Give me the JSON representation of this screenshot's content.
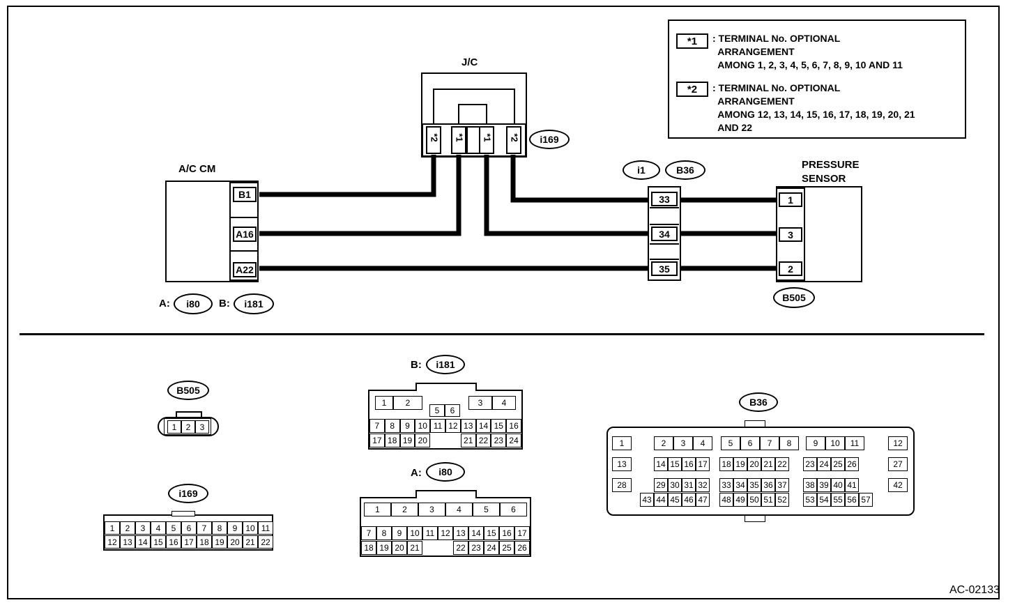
{
  "document_code": "AC-02133",
  "components": {
    "jc": "J/C",
    "ac_cm": "A/C CM",
    "pressure_sensor_line1": "PRESSURE",
    "pressure_sensor_line2": "SENSOR"
  },
  "connectors": {
    "i169": "i169",
    "i1": "i1",
    "b36": "B36",
    "i80": "i80",
    "i181": "i181",
    "b505": "B505",
    "prefix_a": "A:",
    "prefix_b": "B:"
  },
  "jc_terminals": [
    "*2",
    "*1",
    "*1",
    "*2"
  ],
  "ac_cm_terminals": [
    "B1",
    "A16",
    "A22"
  ],
  "joint_terminals": [
    "33",
    "34",
    "35"
  ],
  "sensor_terminals": [
    "1",
    "3",
    "2"
  ],
  "legend": [
    {
      "mark": "*1",
      "text": ": TERMINAL No. OPTIONAL\n  ARRANGEMENT\n  AMONG 1, 2, 3, 4, 5, 6, 7, 8, 9, 10 AND 11"
    },
    {
      "mark": "*2",
      "text": ": TERMINAL No. OPTIONAL\n  ARRANGEMENT\n  AMONG 12, 13, 14, 15, 16, 17, 18, 19, 20, 21\n  AND 22"
    }
  ],
  "connector_views": {
    "b505_pins": [
      "1",
      "2",
      "3"
    ],
    "i169_row1": [
      "1",
      "2",
      "3",
      "4",
      "5",
      "6",
      "7",
      "8",
      "9",
      "10",
      "11"
    ],
    "i169_row2": [
      "12",
      "13",
      "14",
      "15",
      "16",
      "17",
      "18",
      "19",
      "20",
      "21",
      "22"
    ],
    "i181_top": [
      "1",
      "2",
      "5",
      "6",
      "3",
      "4"
    ],
    "i181_row1": [
      "7",
      "8",
      "9",
      "10",
      "11",
      "12",
      "13",
      "14",
      "15",
      "16"
    ],
    "i181_row2": [
      "17",
      "18",
      "19",
      "20",
      "21",
      "22",
      "23",
      "24"
    ],
    "i80_top": [
      "1",
      "2",
      "3",
      "4",
      "5",
      "6"
    ],
    "i80_row1": [
      "7",
      "8",
      "9",
      "10",
      "11",
      "12",
      "13",
      "14",
      "15",
      "16",
      "17"
    ],
    "i80_row2": [
      "18",
      "19",
      "20",
      "21",
      "22",
      "23",
      "24",
      "25",
      "26"
    ],
    "b36_row1": [
      "1",
      "2",
      "3",
      "4",
      "5",
      "6",
      "7",
      "8",
      "9",
      "10",
      "11",
      "12"
    ],
    "b36_row2": [
      "13",
      "14",
      "15",
      "16",
      "17",
      "18",
      "19",
      "20",
      "21",
      "22",
      "23",
      "24",
      "25",
      "26",
      "27"
    ],
    "b36_row3": [
      "28",
      "29",
      "30",
      "31",
      "32",
      "33",
      "34",
      "35",
      "36",
      "37",
      "38",
      "39",
      "40",
      "41",
      "42"
    ],
    "b36_row4": [
      "43",
      "44",
      "45",
      "46",
      "47",
      "48",
      "49",
      "50",
      "51",
      "52",
      "53",
      "54",
      "55",
      "56",
      "57"
    ]
  }
}
